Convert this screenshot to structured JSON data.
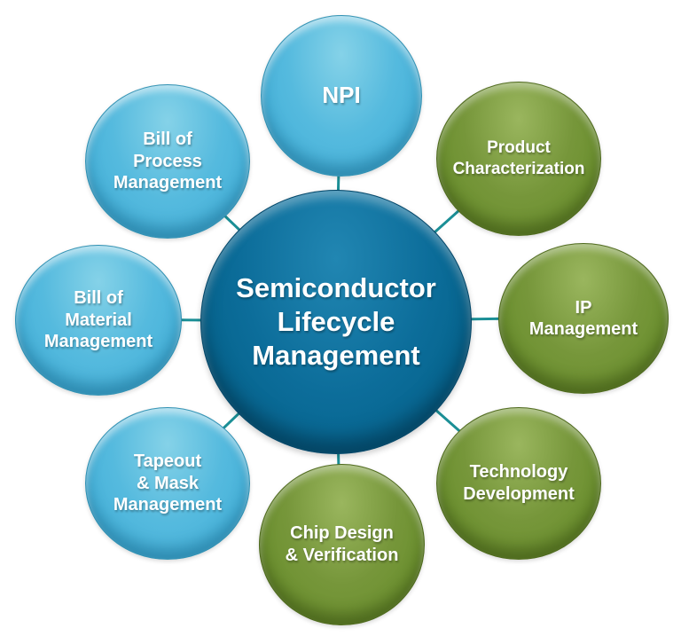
{
  "diagram": {
    "title": "Semiconductor Lifecycle Management",
    "center": {
      "label": "Semiconductor\nLifecycle\nManagement",
      "color": "#076690"
    },
    "nodes": {
      "npi": {
        "label": "NPI",
        "color": "#4CB5DC"
      },
      "product_characterization": {
        "label": "Product\nCharacterization",
        "color": "#6E9231"
      },
      "ip_management": {
        "label": "IP\nManagement",
        "color": "#6E9231"
      },
      "technology_development": {
        "label": "Technology\nDevelopment",
        "color": "#6E9231"
      },
      "chip_design_verification": {
        "label": "Chip Design\n& Verification",
        "color": "#6E9231"
      },
      "tapeout_mask_management": {
        "label": "Tapeout\n& Mask\nManagement",
        "color": "#4CB5DC"
      },
      "bill_of_material_management": {
        "label": "Bill of\nMaterial\nManagement",
        "color": "#4CB5DC"
      },
      "bill_of_process_management": {
        "label": "Bill of\nProcess\nManagement",
        "color": "#4CB5DC"
      }
    },
    "connector_color": "#1B8F96",
    "text_color": "#FFFFFF",
    "background_color": "#FFFFFF"
  }
}
